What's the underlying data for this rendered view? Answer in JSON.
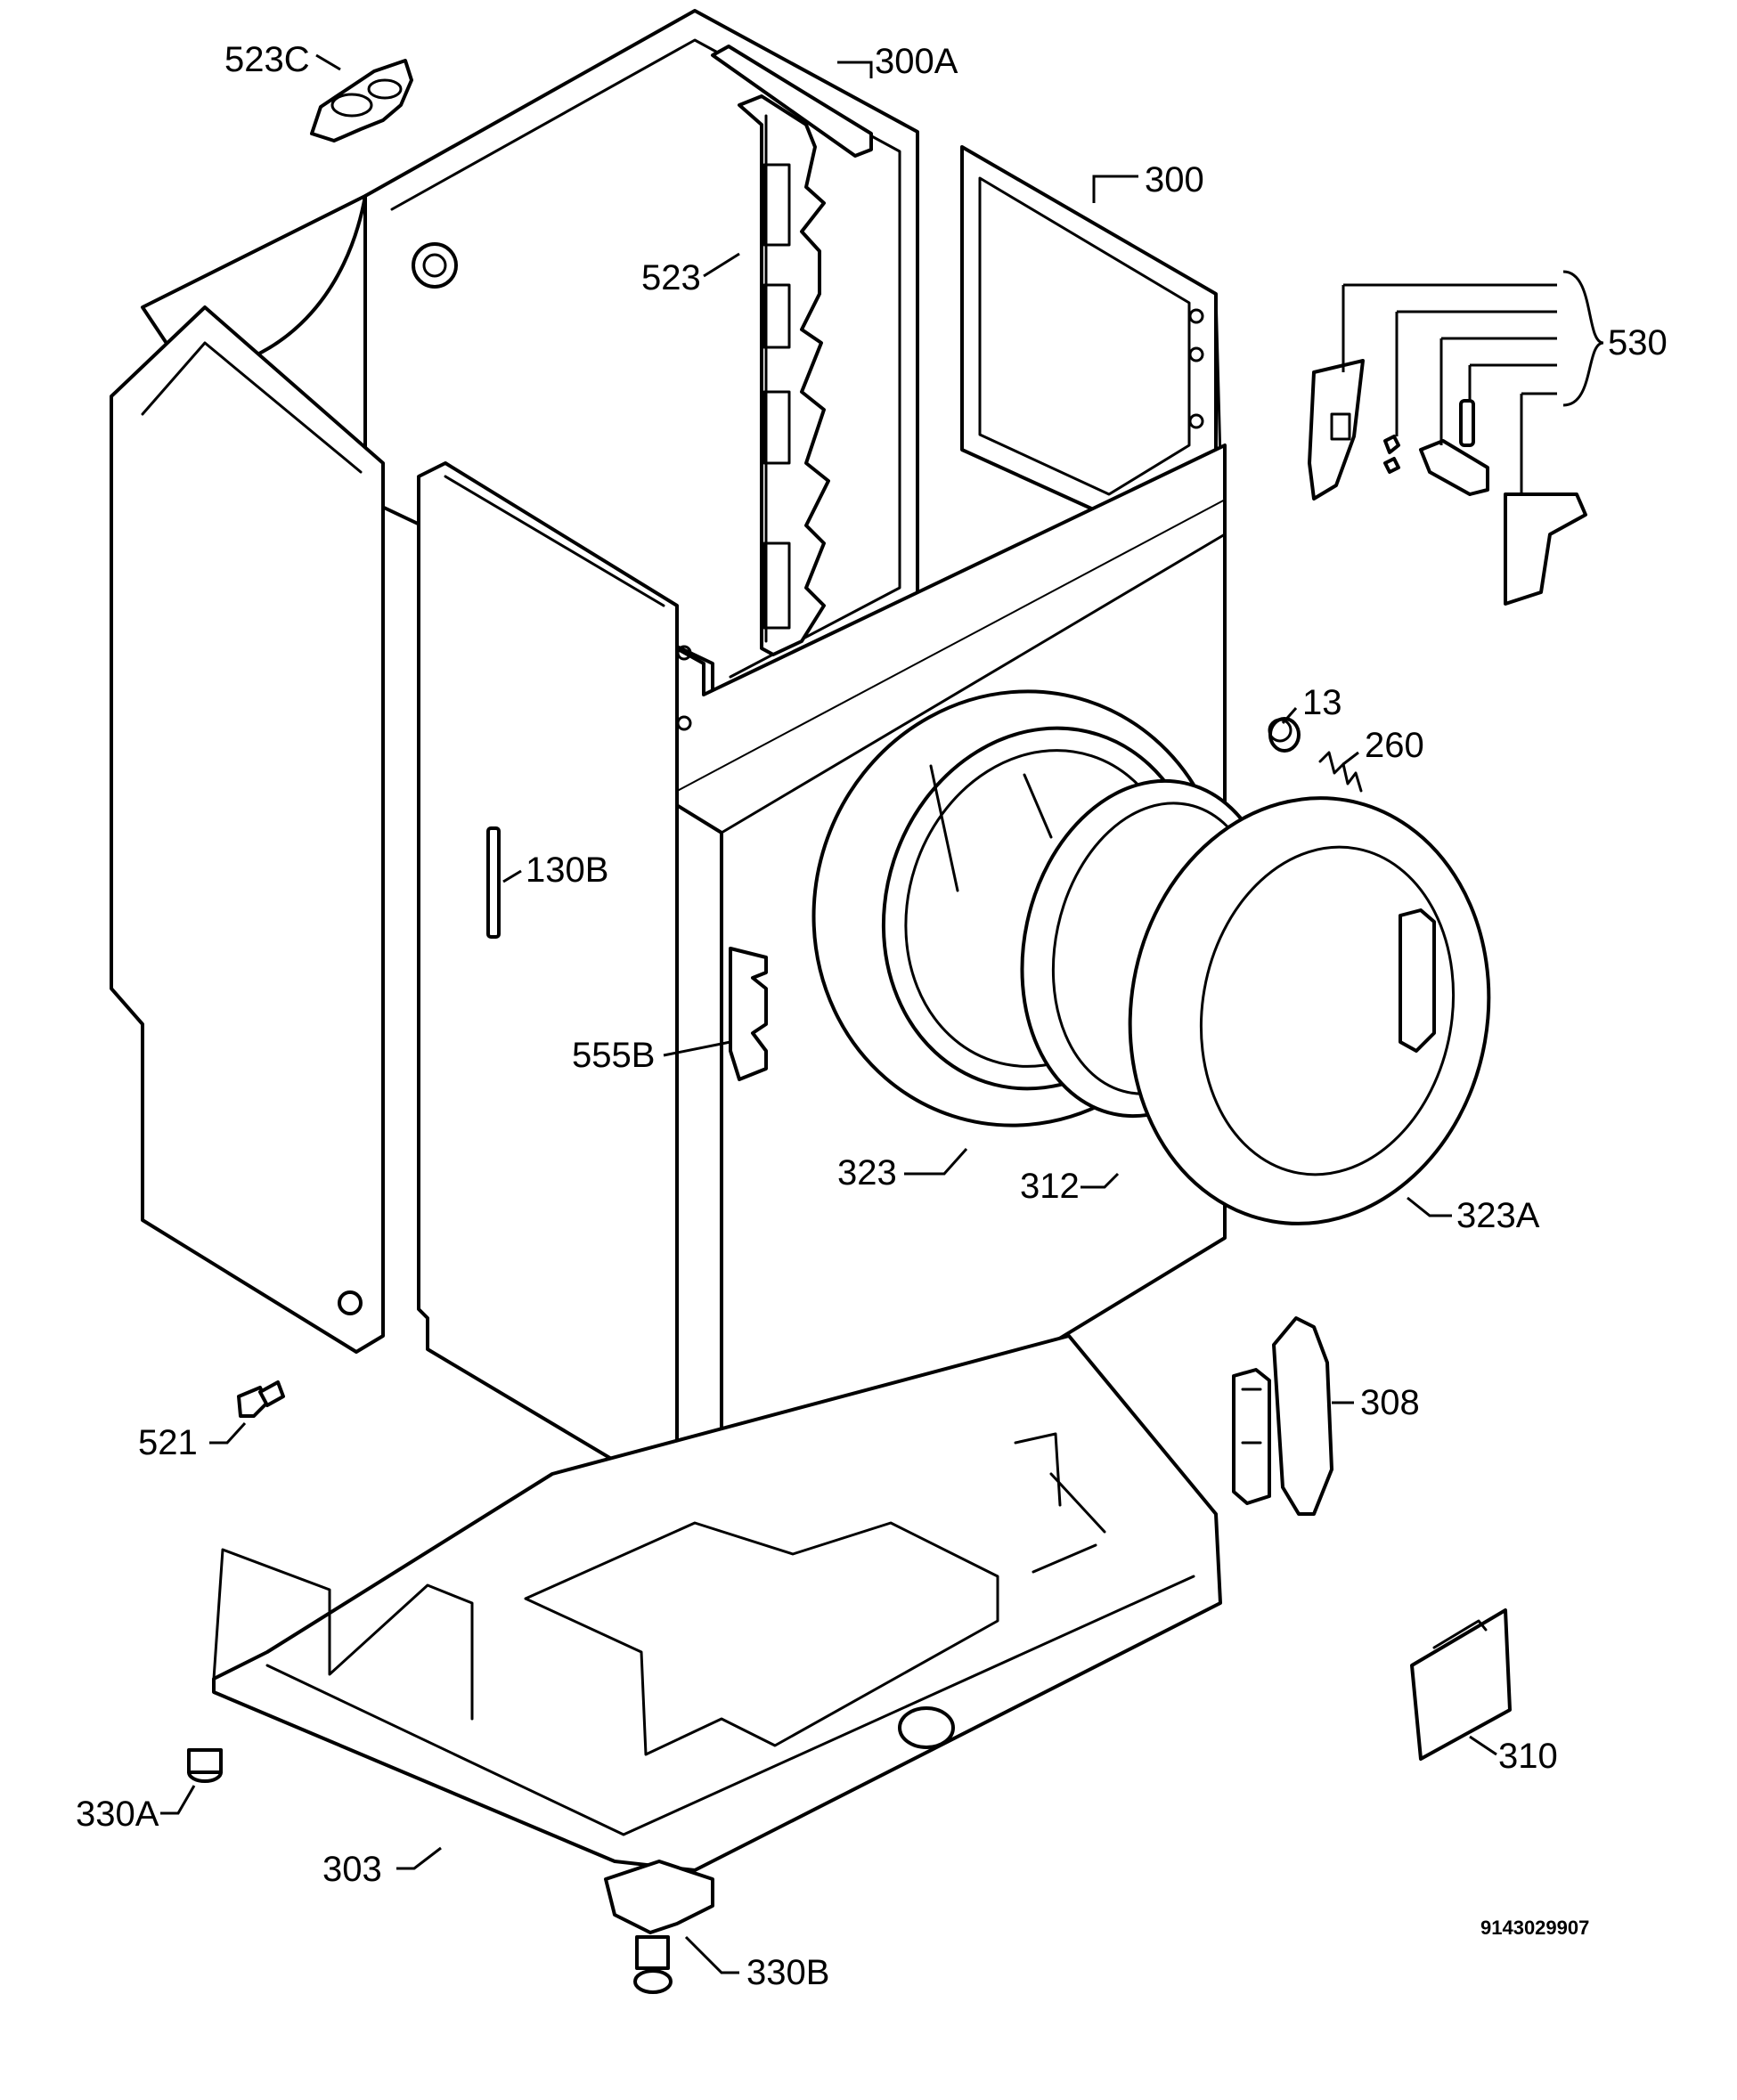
{
  "diagram": {
    "document_code": "9143029907",
    "labels": {
      "p523C": "523C",
      "p300A": "300A",
      "p300": "300",
      "p523": "523",
      "p530": "530",
      "p13": "13",
      "p260": "260",
      "p130B": "130B",
      "p555B": "555B",
      "p323": "323",
      "p312": "312",
      "p323A": "323A",
      "p308": "308",
      "p521": "521",
      "p310": "310",
      "p330A": "330A",
      "p303": "303",
      "p330B": "330B"
    }
  }
}
